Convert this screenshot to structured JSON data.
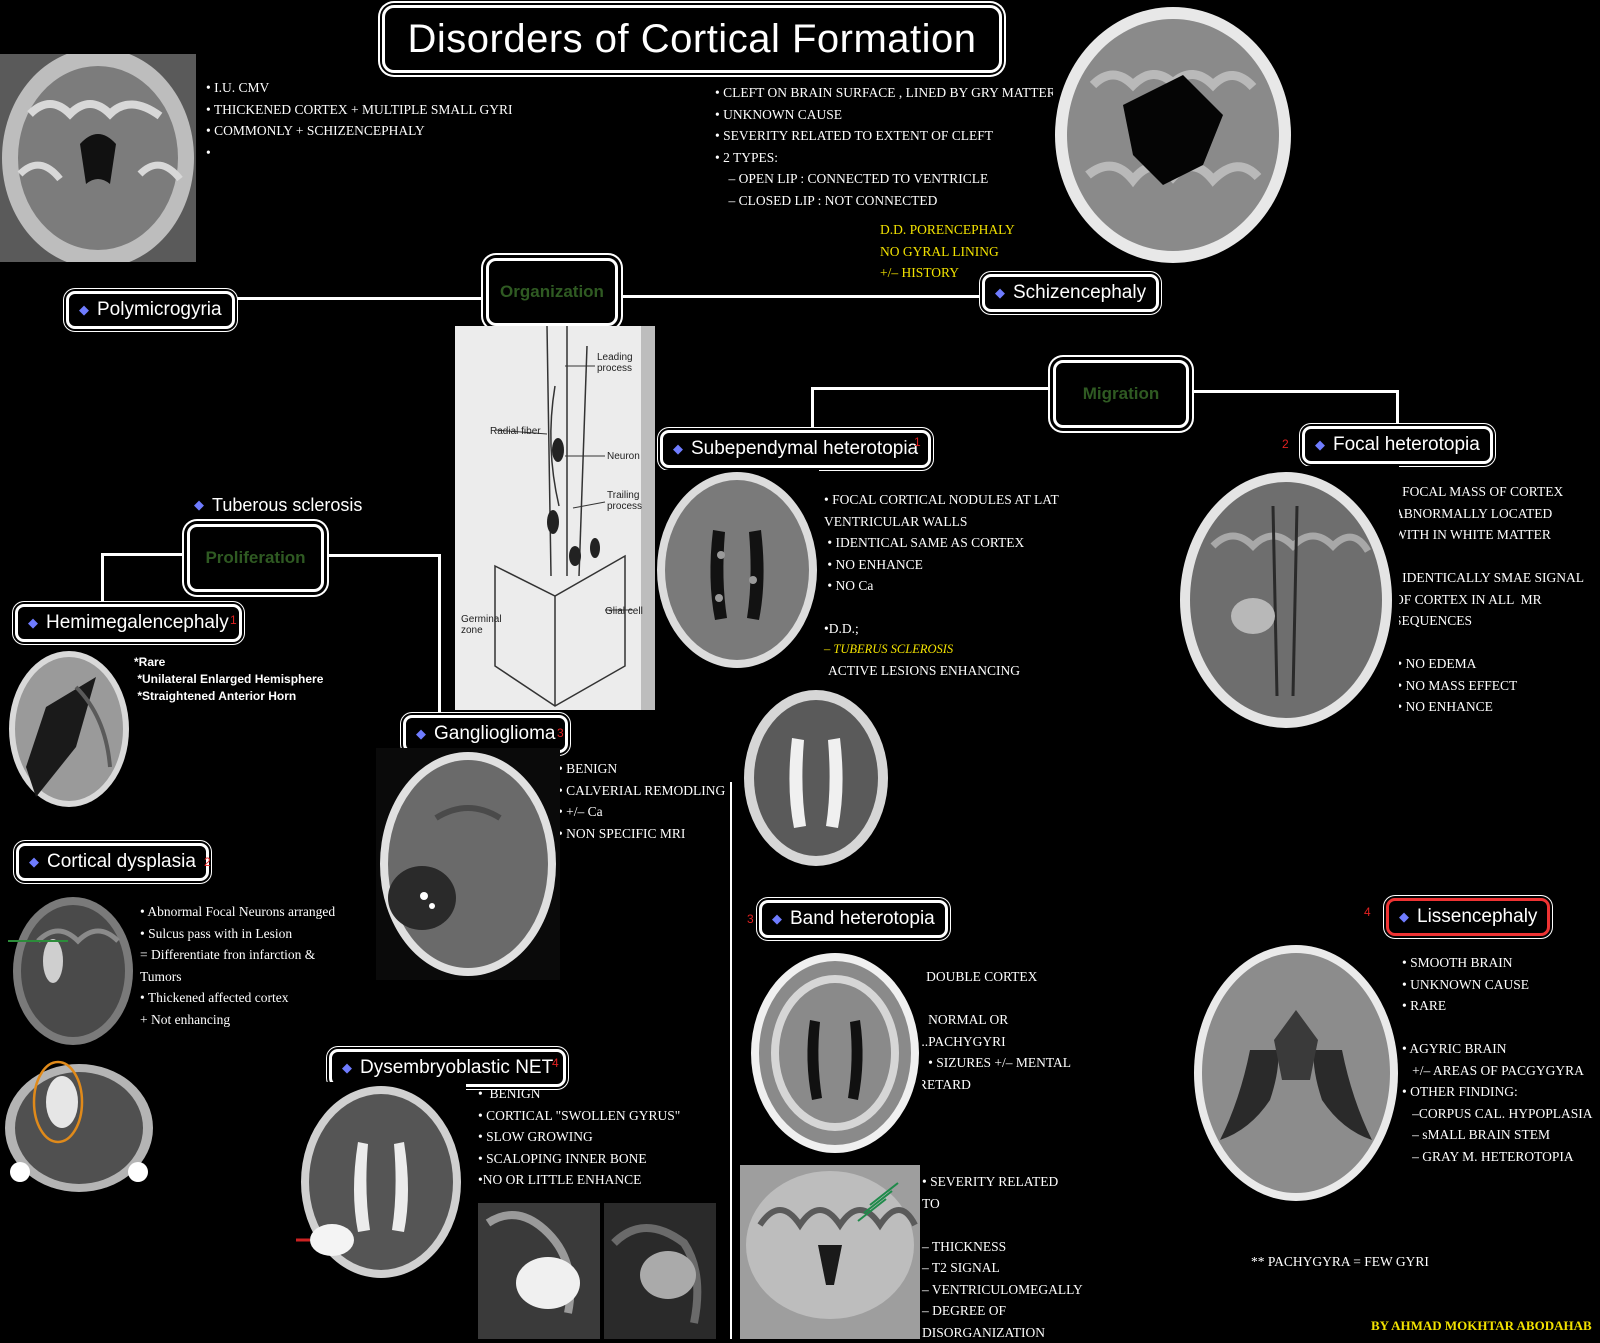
{
  "title": "Disorders of Cortical Formation",
  "categories": {
    "organization": "Organization",
    "migration": "Migration",
    "proliferation": "Proliferation"
  },
  "nodes": {
    "polymicrogyria": "Polymicrogyria",
    "schizencephaly": "Schizencephaly",
    "subependymal": "Subependymal heterotopia",
    "focal": "Focal heterotopia",
    "tuberous": "Tuberous sclerosis",
    "hemimegalencephaly": "Hemimegalencephaly",
    "ganglioglioma": "Ganglioglioma",
    "cortical_dysplasia": "Cortical dysplasia",
    "dnet": "Dysembryoblastic NET",
    "band": "Band heterotopia",
    "lissencephaly": "Lissencephaly"
  },
  "numbers": {
    "subependymal": "1",
    "focal": "2",
    "hemimegalencephaly": "1",
    "ganglioglioma": "3",
    "cortical_dysplasia": "2",
    "dnet": "4",
    "band": "3",
    "lissencephaly": "4"
  },
  "notes": {
    "polymicrogyria": "• I.U. CMV\n• THICKENED CORTEX + MULTIPLE SMALL GYRI\n• COMMONLY + SCHIZENCEPHALY\n•",
    "schizencephaly": "• CLEFT ON BRAIN SURFACE , LINED BY GRY MATTER\n• UNKNOWN CAUSE\n• SEVERITY RELATED TO EXTENT OF CLEFT\n• 2 TYPES:\n    – OPEN LIP : CONNECTED TO VENTRICLE\n    – CLOSED LIP : NOT CONNECTED",
    "schizencephaly_dd": "D.D. PORENCEPHALY\nNO GYRAL LINING\n+/– HISTORY",
    "subependymal": "• FOCAL CORTICAL NODULES AT LAT\nVENTRICULAR WALLS\n • IDENTICAL SAME AS CORTEX\n • NO ENHANCE\n • NO Ca\n\n•D.D.;",
    "subependymal_dd_item": "– TUBERUS SCLEROSIS",
    "subependymal_tail": "ACTIVE LESIONS ENHANCING",
    "focal": "• FOCAL MASS OF CORTEX\nABNORMALLY LOCATED\nWITH IN WHITE MATTER\n\n• IDENTICALLY SMAE SIGNAL\nOF CORTEX IN ALL  MR\nSEQUENCES\n\n • NO EDEMA\n • NO MASS EFFECT\n • NO ENHANCE",
    "hemimegalencephaly": "*Rare\n *Unilateral Enlarged Hemisphere\n *Straightened Anterior Horn",
    "ganglioglioma": "• BENIGN\n• CALVERIAL REMODLING\n• +/– Ca\n• NON SPECIFIC MRI",
    "cortical_dysplasia": "• Abnormal Focal Neurons arranged\n• Sulcus pass with in Lesion\n= Differentiate fron infarction &\nTumors\n• Thickened affected cortex\n+ Not enhancing",
    "dnet": "•  BENIGN\n• CORTICAL \"SWOLLEN GYRUS\"\n• SLOW GROWING\n• SCALOPING INNER BONE\n•NO OR LITTLE ENHANCE",
    "band": "• DOUBLE CORTEX\n• \n   NORMAL OR\n...PACHYGYRI\n   • SIZURES +/– MENTAL\nRETARD",
    "band_severity": "• SEVERITY RELATED\nTO\n\n– THICKNESS\n– T2 SIGNAL\n– VENTRICULOMEGALLY\n– DEGREE OF\nDISORGANIZATION",
    "lissencephaly": "• SMOOTH BRAIN\n• UNKNOWN CAUSE\n• RARE\n\n• AGYRIC BRAIN\n   +/– AREAS OF PACGYGYRA\n• OTHER FINDING:\n   –CORPUS CAL. HYPOPLASIA\n   – sMALL BRAIN STEM\n   – GRAY M. HETEROTOPIA",
    "pachygyra": "** PACHYGYRA = FEW GYRI"
  },
  "diagram_labels": {
    "leading": "Leading\nprocess",
    "radial": "Radial fiber",
    "neuron": "Neuron",
    "trailing": "Trailing\nprocess",
    "glial": "Glial cell",
    "germinal": "Germinal\nzone"
  },
  "footer": "BY AHMAD MOKHTAR ABODAHAB"
}
